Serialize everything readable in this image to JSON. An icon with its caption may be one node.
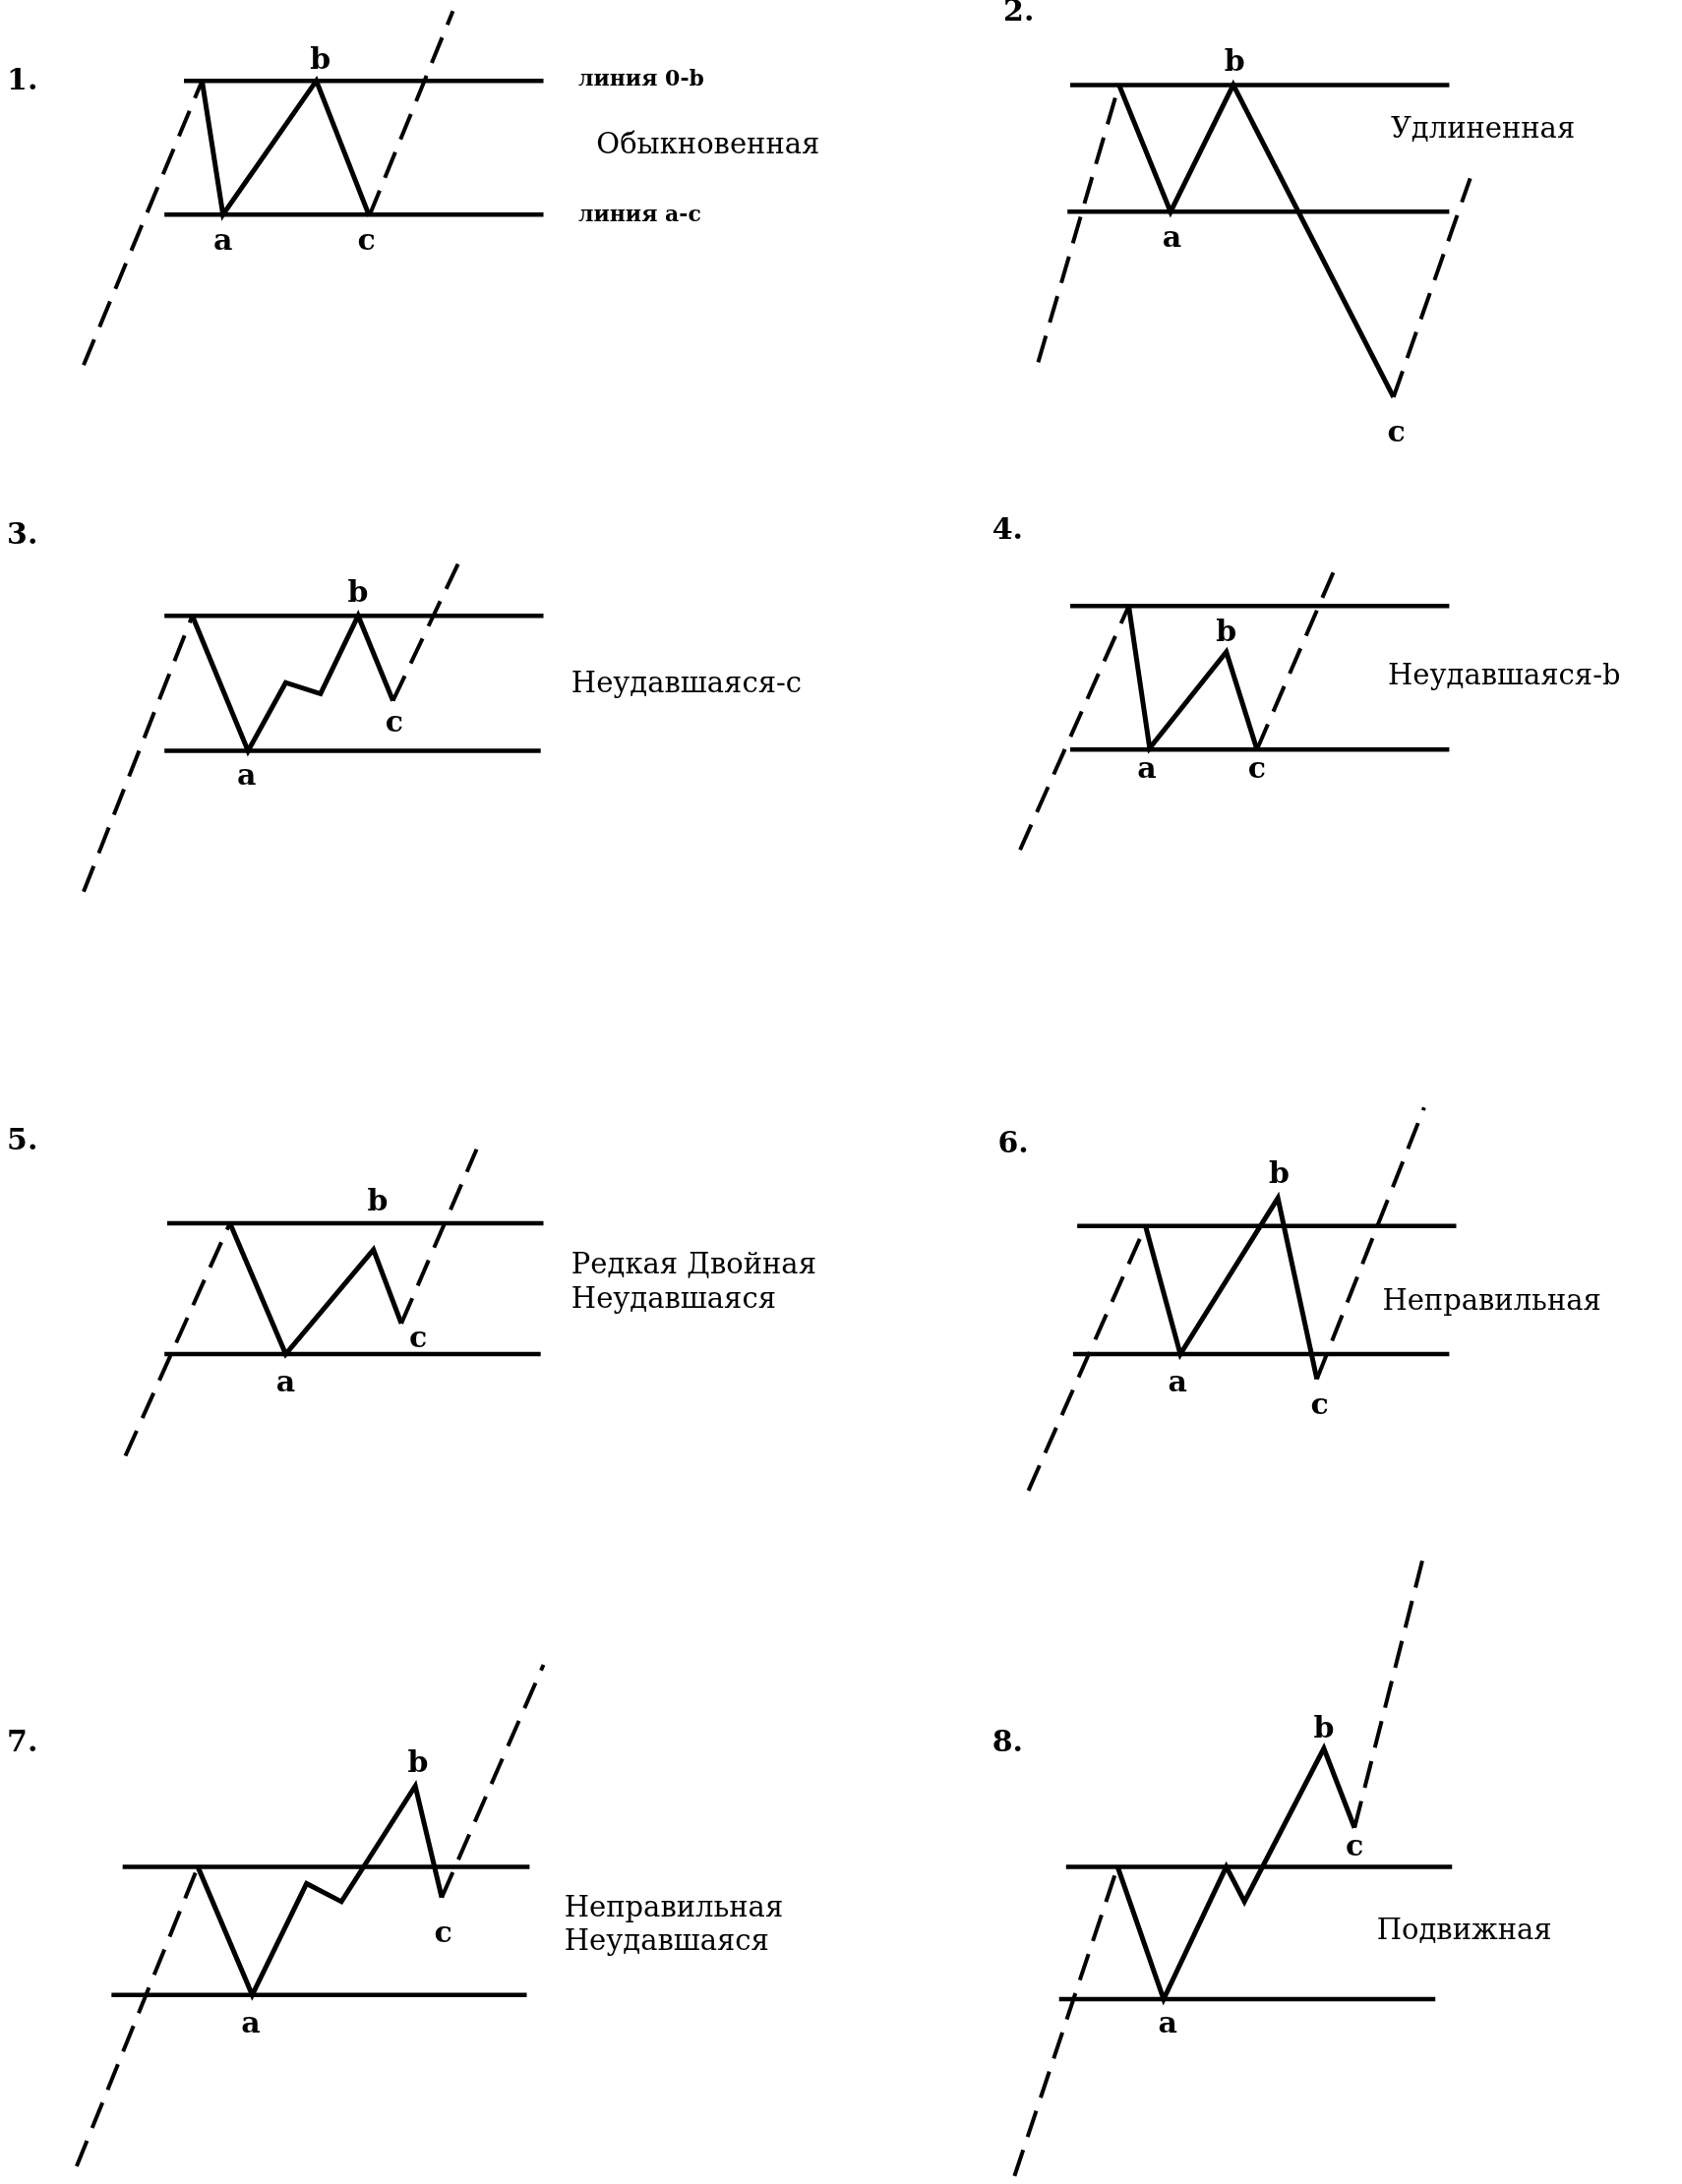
{
  "diagram": {
    "labels": [
      "1.",
      "b",
      "линия 0-b",
      "Обыкновенная",
      "a",
      "c",
      "линия а-с",
      "2.",
      "b",
      "Удлиненная",
      "a",
      "c",
      "3.",
      "b",
      "Неудавшаяся-c",
      "c",
      "a",
      "4.",
      "b",
      "Неудавшаяся-b",
      "a",
      "c",
      "5.",
      "b",
      "Редкая Двойная Неудавшаяся",
      "c",
      "a",
      "6.",
      "b",
      "Неправильная",
      "a",
      "c",
      "7.",
      "b",
      "Неправильная Неудавшаяся",
      "c",
      "a",
      "8.",
      "b",
      "c",
      "Подвижная",
      "a"
    ]
  }
}
